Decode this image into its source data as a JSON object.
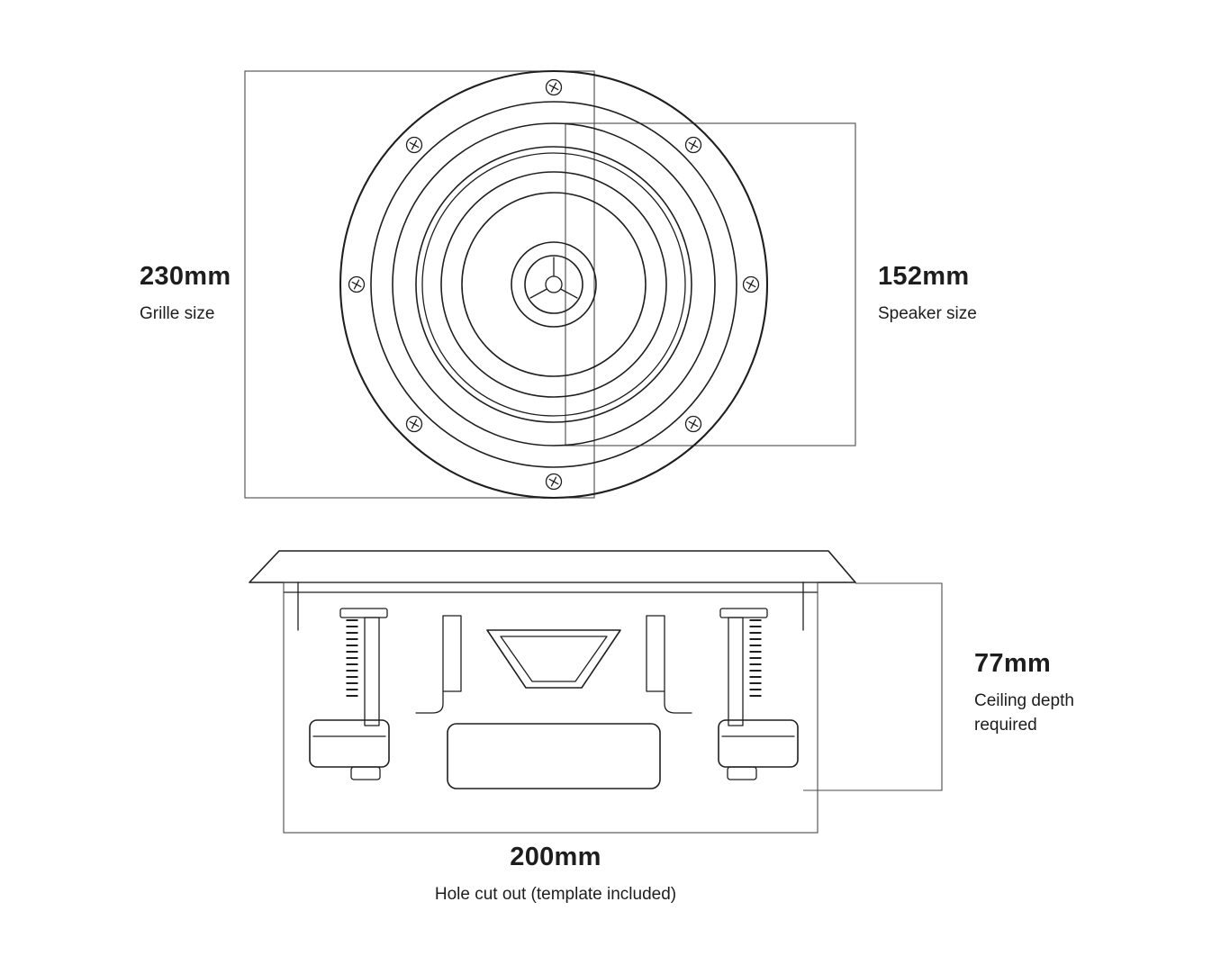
{
  "colors": {
    "background": "#ffffff",
    "line": "#1f1f1f",
    "measure_line": "#4a4a4a",
    "text": "#1d1d1d"
  },
  "labels": {
    "grille": {
      "value": "230mm",
      "caption": "Grille size"
    },
    "speaker": {
      "value": "152mm",
      "caption": "Speaker size"
    },
    "depth": {
      "value": "77mm",
      "caption": "Ceiling depth required"
    },
    "hole": {
      "value": "200mm",
      "caption": "Hole cut out (template included)"
    }
  }
}
